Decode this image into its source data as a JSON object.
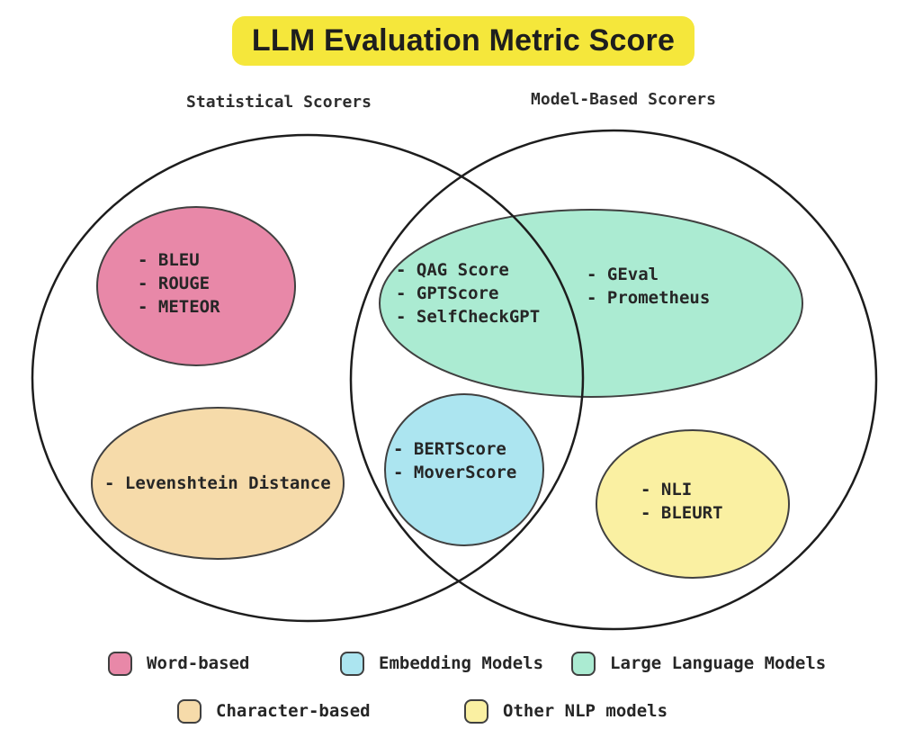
{
  "title": {
    "text": "LLM Evaluation Metric Score",
    "bg": "#F5E73B"
  },
  "venn": {
    "left_label": "Statistical Scorers",
    "right_label": "Model-Based Scorers",
    "outline_color": "#1D1D1D"
  },
  "groups": {
    "word_based": {
      "legend": "Word-based",
      "color": "#E888A8",
      "items": [
        "BLEU",
        "ROUGE",
        "METEOR"
      ]
    },
    "character_based": {
      "legend": "Character-based",
      "color": "#F6DBAA",
      "items": [
        "Levenshtein Distance"
      ]
    },
    "embedding": {
      "legend": "Embedding Models",
      "color": "#ACE5F0",
      "items": [
        "BERTScore",
        "MoverScore"
      ]
    },
    "llm": {
      "legend": "Large Language Models",
      "color": "#ABEBD2",
      "items_overlap": [
        "QAG Score",
        "GPTScore",
        "SelfCheckGPT"
      ],
      "items_outer": [
        "GEval",
        "Prometheus"
      ]
    },
    "other_nlp": {
      "legend": "Other NLP models",
      "color": "#FAF0A2",
      "items": [
        "NLI",
        "BLEURT"
      ]
    }
  }
}
